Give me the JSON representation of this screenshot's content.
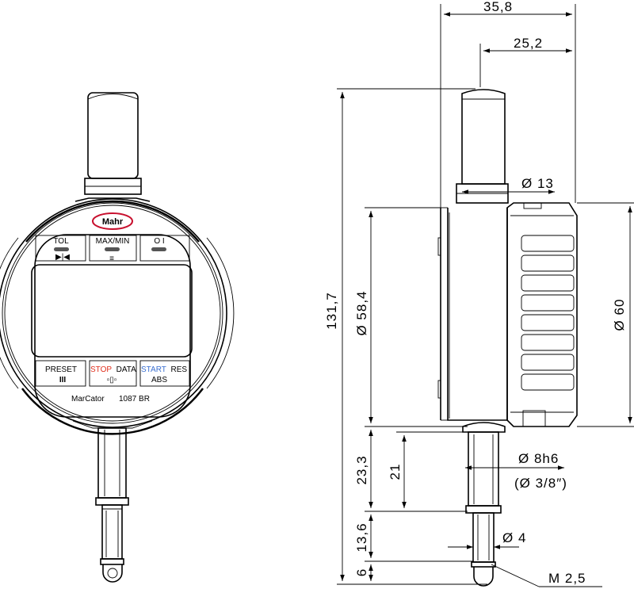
{
  "front_view": {
    "brand": "Mahr",
    "model_name": "MarCator",
    "model_number": "1087 BR",
    "buttons_top": [
      {
        "label": "TOL",
        "symbol": "▶|◀"
      },
      {
        "label": "MAX/MIN",
        "symbol": "≡"
      },
      {
        "label": "O I",
        "symbol": ""
      }
    ],
    "buttons_bottom": [
      {
        "label_red": "",
        "label_blue": "",
        "label": "PRESET",
        "symbol": "III"
      },
      {
        "label_red": "STOP",
        "label_blue": "",
        "label": "DATA",
        "symbol": "▫▯▫"
      },
      {
        "label_red": "",
        "label_blue": "START",
        "label": "RES",
        "symbol": "ABS"
      }
    ],
    "colors": {
      "red": "#e0301e",
      "blue": "#3a6fd0",
      "logo_red": "#c8102e"
    }
  },
  "dimensions": {
    "width_total": "35,8",
    "width_back": "25,2",
    "height_total": "131,7",
    "case_diameter_inner": "Ø 58,4",
    "case_diameter_outer": "Ø 60",
    "spindle_cap": "Ø 13",
    "stem": "Ø 8h6",
    "stem_imperial": "(Ø  3/8″)",
    "stem_length": "23,3",
    "stem_length_short": "21",
    "tip_length": "13,6",
    "tip_diameter": "Ø 4",
    "tip_end": "6",
    "thread": "M 2,5"
  }
}
